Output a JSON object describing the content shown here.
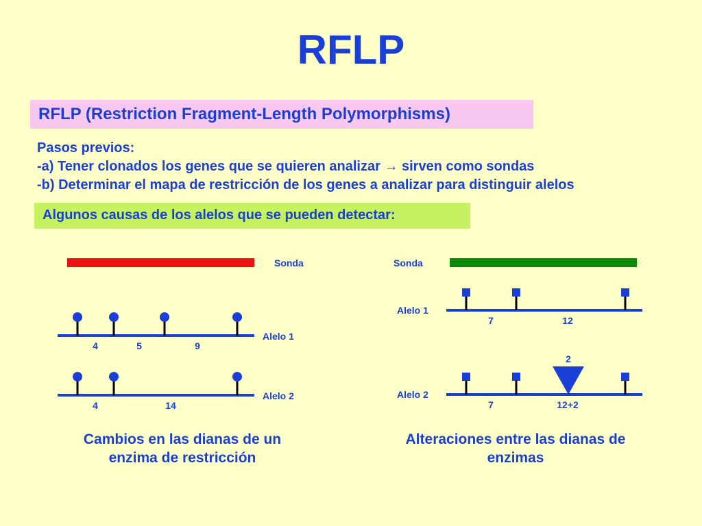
{
  "title": "RFLP",
  "header": "RFLP (Restriction Fragment-Length Polymorphisms)",
  "steps": {
    "heading": "Pasos previos:",
    "a": "-a) Tener clonados los genes que se quieren analizar → sirven como sondas",
    "b": "-b) Determinar el mapa de restricción de los genes a analizar para distinguir alelos"
  },
  "causes_header": "Algunos causas de los alelos que se pueden detectar:",
  "left_diagram": {
    "probe_label": "Sonda",
    "probe_color": "#ee1111",
    "allele1_label": "Alelo 1",
    "allele1_fragments": [
      "4",
      "5",
      "9"
    ],
    "allele2_label": "Alelo 2",
    "allele2_fragments": [
      "4",
      "14"
    ],
    "caption_line1": "Cambios en las dianas de un",
    "caption_line2": "enzima de restricción"
  },
  "right_diagram": {
    "probe_label": "Sonda",
    "probe_color": "#0a8a0a",
    "allele1_label": "Alelo 1",
    "allele1_fragments": [
      "7",
      "12"
    ],
    "allele2_label": "Alelo 2",
    "insertion_label": "2",
    "allele2_fragments": [
      "7",
      "12+2"
    ],
    "caption_line1": "Alteraciones entre las dianas de",
    "caption_line2": "enzimas"
  },
  "colors": {
    "background": "#ffffc8",
    "text": "#1a3fd6",
    "header_box": "#f8c8f0",
    "causes_box": "#c4f260"
  }
}
